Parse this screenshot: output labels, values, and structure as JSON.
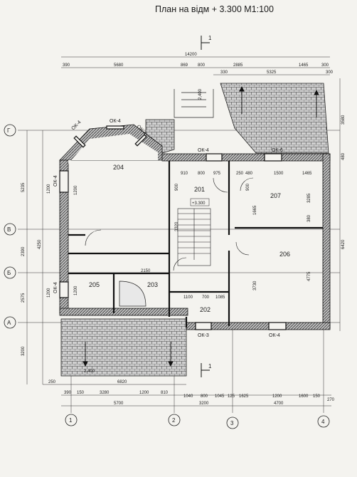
{
  "title": "План на відм + 3.300   М1:100",
  "level_mark": "+3.300",
  "section_mark": "1",
  "rooms": {
    "r201": "201",
    "r202": "202",
    "r203": "203",
    "r204": "204",
    "r205": "205",
    "r206": "206",
    "r207": "207"
  },
  "windows": {
    "ok4_a": "ОК-4",
    "ok4_b": "ОК-4",
    "ok4_c": "ОК-4",
    "ok4_d": "ОК-4",
    "ok4_e": "ОК-4",
    "ok4_f": "ОК-4",
    "ok4_g": "ОК-4",
    "ok3": "ОК-3",
    "ok6": "ОК-6"
  },
  "axes_letters": [
    "Г",
    "В",
    "Б",
    "А"
  ],
  "axes_numbers": [
    "1",
    "2",
    "3",
    "4"
  ],
  "top_dims": {
    "total": "14200",
    "a": "390",
    "b": "5680",
    "c": "869",
    "d": "800",
    "e": "2885",
    "f": "1465",
    "g": "300",
    "h": "330",
    "i": "5325",
    "j": "300"
  },
  "bottom_dims": {
    "a": "390",
    "b": "150",
    "c": "3280",
    "d": "1200",
    "e": "810",
    "f": "1040",
    "g": "800",
    "h": "1045",
    "i": "125",
    "j": "1625",
    "k": "1200",
    "l": "1600",
    "m": "150",
    "n": "5700",
    "o": "3200",
    "p": "4700",
    "q": "6820",
    "r": "250",
    "s": "2,400",
    "t": "2,400",
    "u": "270"
  },
  "left_dims": {
    "a": "5235",
    "b": "2390",
    "c": "2575",
    "d": "3200",
    "e": "4250",
    "f": "1200",
    "g": "1200"
  },
  "right_dims": {
    "a": "3580",
    "b": "6420",
    "c": "480"
  },
  "interior_dims": {
    "a": "910",
    "b": "800",
    "c": "975",
    "d": "250",
    "e": "480",
    "f": "1500",
    "g": "1465",
    "h": "3285",
    "i": "1665",
    "j": "380",
    "k": "3730",
    "l": "4775",
    "m": "900",
    "n": "3320",
    "o": "2150",
    "p": "1100",
    "q": "700",
    "r": "1085",
    "s": "1200",
    "t": "900",
    "u": "1200"
  },
  "colors": {
    "line": "#1b1b1b",
    "hatch": "#555555",
    "paper": "#f4f3ef"
  }
}
